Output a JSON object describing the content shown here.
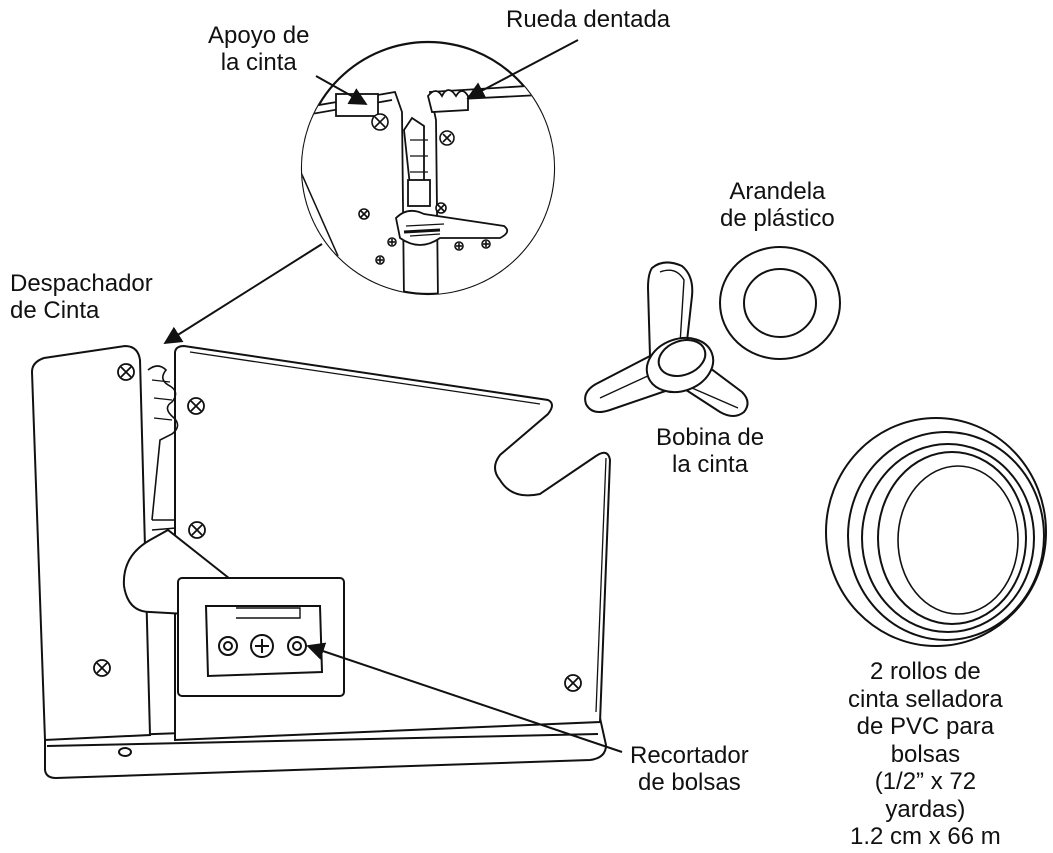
{
  "labels": {
    "tape_support": [
      "Apoyo de",
      "la cinta"
    ],
    "toothed_wheel": "Rueda dentada",
    "tape_dispenser": [
      "Despachador",
      "de Cinta"
    ],
    "plastic_washer": [
      "Arandela",
      "de plástico"
    ],
    "tape_spool": [
      "Bobina de",
      "la cinta"
    ],
    "bag_trimmer": [
      "Recortador",
      "de bolsas"
    ],
    "tape_rolls": [
      "2 rollos de",
      "cinta selladora",
      "de PVC para",
      "bolsas",
      "(1/2” x 72",
      "yardas)",
      "1.2 cm x 66 m"
    ]
  }
}
